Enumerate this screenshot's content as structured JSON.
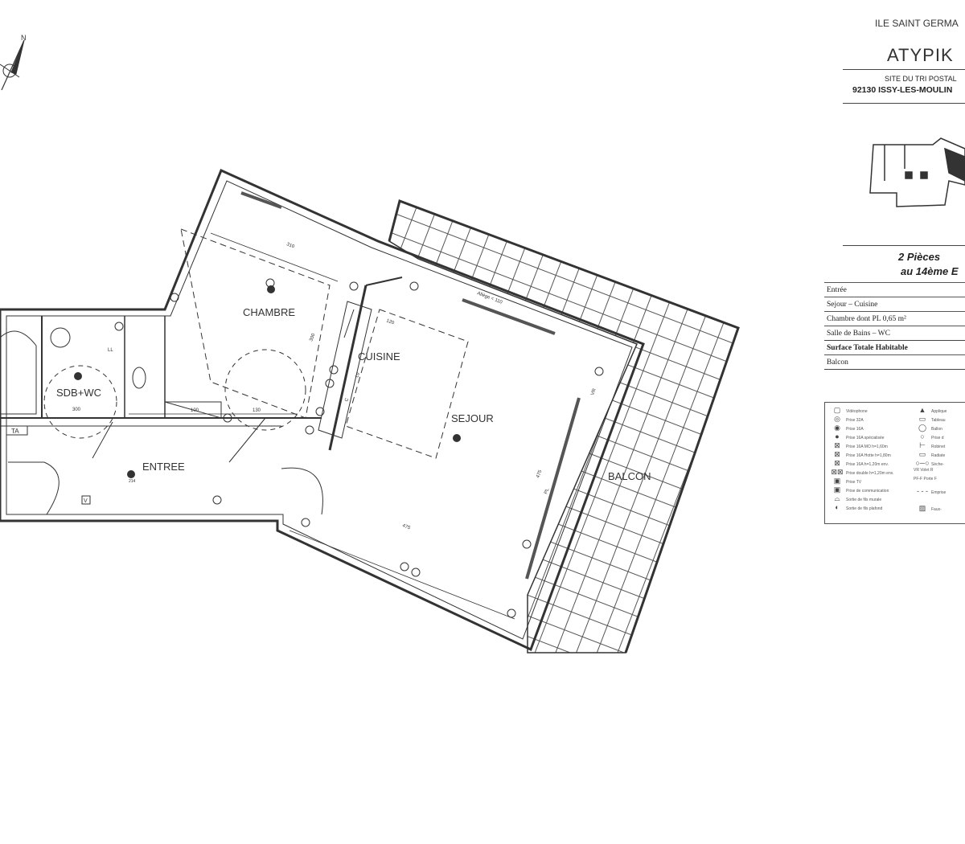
{
  "compass": {
    "north_label": "N"
  },
  "rooms": {
    "chambre": "CHAMBRE",
    "cuisine": "CUISINE",
    "sejour": "SEJOUR",
    "balcon": "BALCON",
    "sdb": "SDB+WC",
    "entree": "ENTREE"
  },
  "dimensions": {
    "chambre_width": "310",
    "chambre_depth": "300",
    "sdb_width": "300",
    "placard": "100",
    "entree_door": "130",
    "sejour_width": "475",
    "sejour_depth": "475",
    "cuisine": "120",
    "allege": "Allège < 110",
    "entree_small": "214"
  },
  "symbols": {
    "ta": "TA",
    "v": "V",
    "ll": "LL",
    "lv": "Lv",
    "c": "C",
    "vr": "VR",
    "pl": "PL"
  },
  "title_block": {
    "programme": "ILE SAINT GERMA",
    "residence": "ATYPIK",
    "site": "SITE DU TRI POSTAL",
    "address": "92130 ISSY-LES-MOULIN",
    "type": "2 Pièces",
    "floor": "au 14ème E"
  },
  "areas": [
    {
      "label": "Entrée"
    },
    {
      "label": "Sejour – Cuisine"
    },
    {
      "label": "Chambre dont PL 0,65 m²"
    },
    {
      "label": "Salle de Bains – WC"
    },
    {
      "label": "Surface Totale Habitable",
      "bold": true
    },
    {
      "label": "Balcon"
    }
  ],
  "legend": {
    "left": [
      "Vidéophone",
      "Prise 32A",
      "Prise 16A",
      "Prise 16A spécialisée",
      "Prise 16A MO h=1,60m",
      "Prise 16A Hotte h=1,80m",
      "Prise 16A h=1,20m env.",
      "Prise double h=1,20m env.",
      "Prise TV",
      "Prise de communication",
      "Sortie de fils murale",
      "Sortie de fils plafond"
    ],
    "right": [
      "Applique",
      "Tableau",
      "Ballon",
      "Prise d",
      "Robinet",
      "Radiate",
      "Sèche-",
      "VR  Volet R",
      "PF-F  Porte F",
      "Emprise",
      "",
      "Faux-"
    ]
  }
}
